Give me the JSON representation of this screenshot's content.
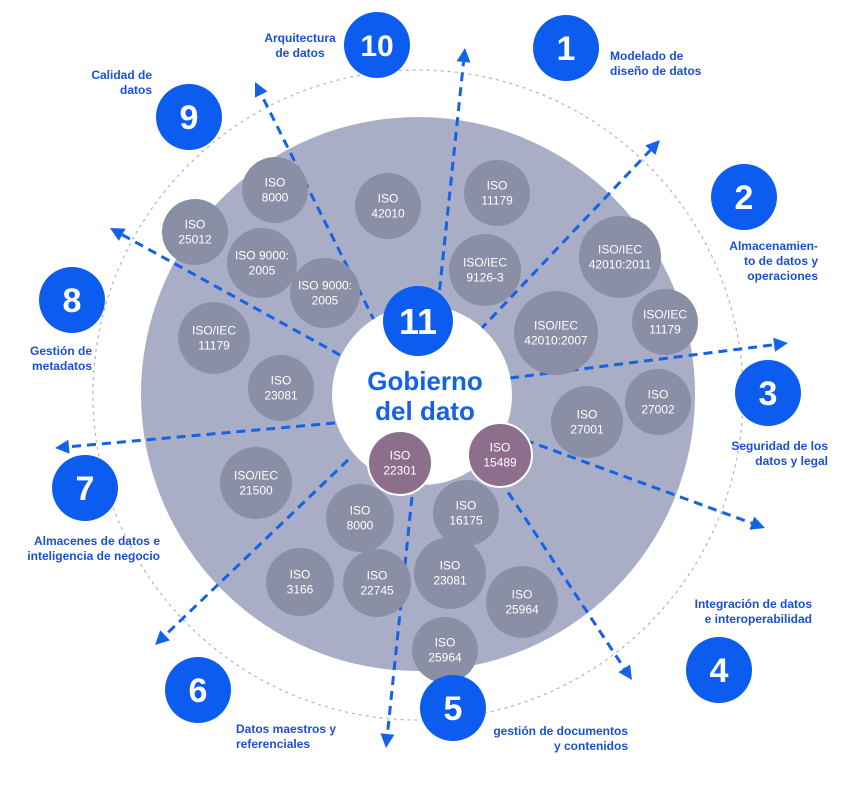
{
  "colors": {
    "primary_blue": "#0c5cf0",
    "label_blue": "#1a4fd6",
    "disc": "#a9aec6",
    "iso_bubble": "#8a8fa5",
    "iso_highlight": "#8d6e8d"
  },
  "center": {
    "number": "11",
    "title_line1": "Gobierno",
    "title_line2": "del dato"
  },
  "areas": [
    {
      "number": "1",
      "label": [
        "Modelado de",
        "diseño de datos"
      ]
    },
    {
      "number": "2",
      "label": [
        "Almacenamien-",
        "to de datos y",
        "operaciones"
      ]
    },
    {
      "number": "3",
      "label": [
        "Seguridad de los",
        "datos y legal"
      ]
    },
    {
      "number": "4",
      "label": [
        "Integración de datos",
        "e interoperabilidad"
      ]
    },
    {
      "number": "5",
      "label": [
        "gestión de documentos",
        "y contenidos"
      ]
    },
    {
      "number": "6",
      "label": [
        "Datos maestros y",
        "referenciales"
      ]
    },
    {
      "number": "7",
      "label": [
        "Almacenes de datos e",
        "inteligencia de negocio"
      ]
    },
    {
      "number": "8",
      "label": [
        "Gestión de",
        "metadatos"
      ]
    },
    {
      "number": "9",
      "label": [
        "Calidad de",
        "datos"
      ]
    },
    {
      "number": "10",
      "label": [
        "Arquitectura",
        "de datos"
      ]
    }
  ],
  "standards": [
    {
      "lines": [
        "ISO",
        "42010"
      ]
    },
    {
      "lines": [
        "ISO",
        "11179"
      ]
    },
    {
      "lines": [
        "ISO/IEC",
        "9126-3"
      ]
    },
    {
      "lines": [
        "ISO/IEC",
        "42010:2011"
      ]
    },
    {
      "lines": [
        "ISO/IEC",
        "42010:2007"
      ]
    },
    {
      "lines": [
        "ISO/IEC",
        "11179"
      ]
    },
    {
      "lines": [
        "ISO",
        "27002"
      ]
    },
    {
      "lines": [
        "ISO",
        "27001"
      ]
    },
    {
      "lines": [
        "ISO",
        "15489"
      ],
      "highlight": true
    },
    {
      "lines": [
        "ISO",
        "16175"
      ]
    },
    {
      "lines": [
        "ISO",
        "25964"
      ]
    },
    {
      "lines": [
        "ISO",
        "23081"
      ]
    },
    {
      "lines": [
        "ISO",
        "25964"
      ]
    },
    {
      "lines": [
        "ISO",
        "22301"
      ],
      "highlight": true
    },
    {
      "lines": [
        "ISO",
        "8000"
      ]
    },
    {
      "lines": [
        "ISO",
        "22745"
      ]
    },
    {
      "lines": [
        "ISO",
        "3166"
      ]
    },
    {
      "lines": [
        "ISO/IEC",
        "21500"
      ]
    },
    {
      "lines": [
        "ISO",
        "23081"
      ]
    },
    {
      "lines": [
        "ISO/IEC",
        "11179"
      ]
    },
    {
      "lines": [
        "ISO",
        "25012"
      ]
    },
    {
      "lines": [
        "ISO",
        "8000"
      ]
    },
    {
      "lines": [
        "ISO 9000:",
        "2005"
      ]
    },
    {
      "lines": [
        "ISO 9000:",
        "2005"
      ]
    }
  ]
}
